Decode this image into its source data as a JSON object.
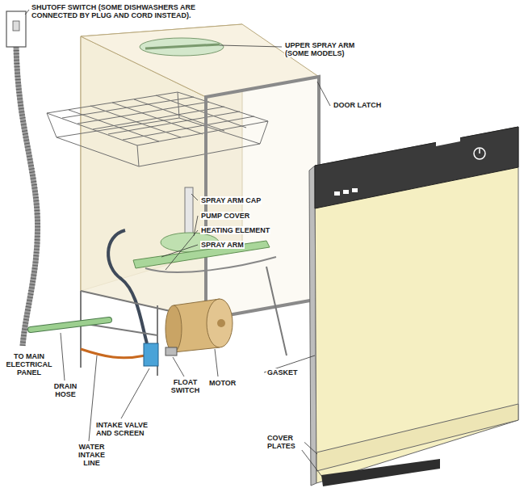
{
  "diagram": {
    "labels": [
      "SHUTOFF SWITCH (SOME DISHWASHERS ARE CONNECTED BY PLUG AND CORD INSTEAD).",
      "UPPER SPRAY ARM (SOME MODELS)",
      "DOOR LATCH",
      "SPRAY ARM CAP",
      "PUMP COVER",
      "HEATING ELEMENT",
      "SPRAY ARM",
      "TO MAIN ELECTRICAL PANEL",
      "DRAIN HOSE",
      "INTAKE VALVE AND SCREEN",
      "WATER INTAKE LINE",
      "FLOAT SWITCH",
      "MOTOR",
      "GASKET",
      "COVER PLATES"
    ]
  }
}
